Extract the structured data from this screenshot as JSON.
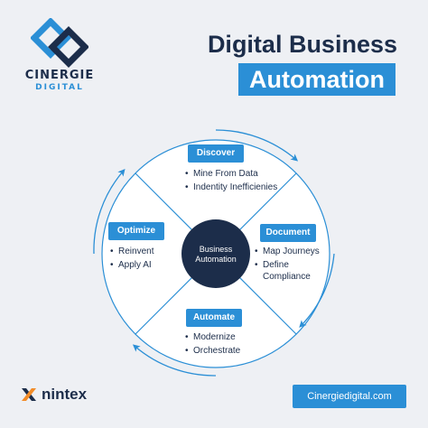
{
  "brand": {
    "name": "CINERGIE",
    "sub": "DIGITAL",
    "icon": "interlocking-diamond-logo-icon"
  },
  "title": {
    "line1": "Digital Business",
    "line2": "Automation"
  },
  "center": {
    "label": "Business Automation"
  },
  "stages": [
    {
      "label": "Discover",
      "items": [
        "Mine From Data",
        "Indentity Inefficienies"
      ]
    },
    {
      "label": "Document",
      "items": [
        "Map Journeys",
        "Define Compliance"
      ]
    },
    {
      "label": "Automate",
      "items": [
        "Modernize",
        "Orchestrate"
      ]
    },
    {
      "label": "Optimize",
      "items": [
        "Reinvent",
        "Apply AI"
      ]
    }
  ],
  "footer": {
    "partner": "nintex",
    "partner_icon": "nintex-x-logo-icon",
    "website": "Cinergiedigital.com"
  },
  "colors": {
    "accent": "#2b8fd6",
    "dark": "#1c2d4a",
    "orange": "#f28c28",
    "background": "#eef0f4"
  }
}
